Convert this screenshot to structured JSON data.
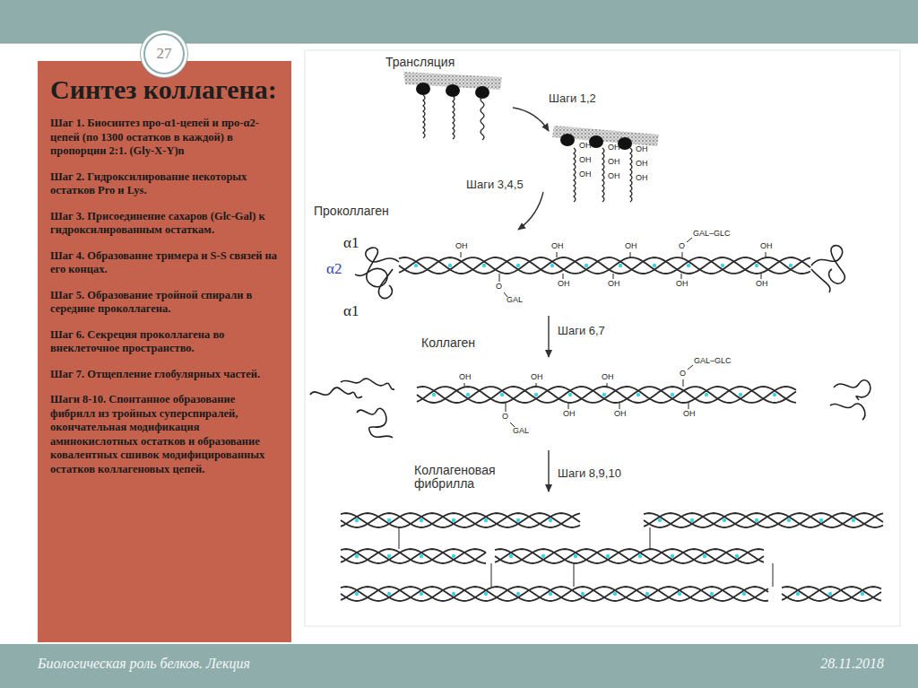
{
  "diagram": {
    "nodes": [
      {
        "text": [
          "Синтез коллагена:",
          "Шаг 1. Биосинтез про-α1-цепей и про-α2-цепей (по 1300 остатков в каждой) в пропорции 2:1. (Gly-X-Y)n",
          "Шаг 2. Гидроксилирование некоторых остатков Pro и Lys.",
          "Шаг 3. Присоединение сахаров (Glc-Gal) к гидроксилированным остаткам.",
          "Шаг 4. Образование тримера и S-S связей на его концах.",
          "Шаг 5. Образование тройной спирали в середине проколлагена.",
          "Шаг 6. Секреция проколлагена во внеклеточное пространство.",
          "Шаг 7. Отщепление глобулярных частей.",
          "Шаги 8-10. Спонтанное образование фибрилл из тройных суперспиралей, окончательная модификация аминокислотных остатков и образование ковалентных сшивок модифицированных остатков коллагеновых цепей."
        ]
      },
      {
        "text": [
          "27"
        ]
      },
      {
        "text": [
          "Биологическая роль белков. Лекция",
          "28.11.2018"
        ]
      }
    ],
    "labels": [
      "Трансляция",
      "Шаги 1,2",
      "Шаги 3,4,5",
      "OH",
      "OH",
      "OH",
      "OH",
      "OH",
      "OH",
      "OH",
      "OH",
      "OH",
      "Проколлаген",
      "α1",
      "α2",
      "α1",
      "OH",
      "OH",
      "OH",
      "OH",
      "O",
      "GAL–GLC",
      "O",
      "GAL",
      "OH",
      "OH",
      "OH",
      "OH",
      "Коллаген",
      "Шаги 6,7",
      "OH",
      "OH",
      "OH",
      "O",
      "GAL–GLC",
      "O",
      "GAL",
      "OH",
      "OH",
      "OH",
      "Коллагеновая фибрилла",
      "Шаги 8,9,10"
    ]
  }
}
